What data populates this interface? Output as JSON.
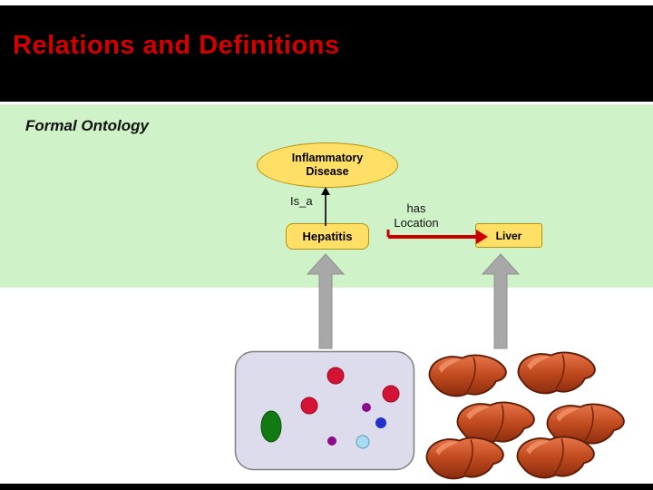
{
  "slide": {
    "title": "Relations and Definitions",
    "section_label": "Formal Ontology"
  },
  "diagram": {
    "class_node_label": "Inflammatory Disease",
    "isa_label": "Is_a",
    "disease_label": "Hepatitis",
    "relation_label": "has Location",
    "organ_label": "Liver"
  },
  "icons": {
    "isa_arrow": "black up-arrow from Hepatitis to Inflammatory Disease",
    "has_location_arrow": "thick red right-arrow from Hepatitis to Liver",
    "instance_arrows": "thick gray up-arrows linking instance images to terms",
    "cell_image": "cell with virus/instance dots",
    "liver_images": "six liver organ illustrations"
  },
  "colors": {
    "title_text": "#d40000",
    "header_bg": "#000000",
    "ontology_panel_bg": "#cff2c8",
    "node_fill": "#ffdf66",
    "node_border": "#b5920a",
    "relation_arrow": "#cc0000",
    "instance_arrow": "#a8a8a8"
  }
}
